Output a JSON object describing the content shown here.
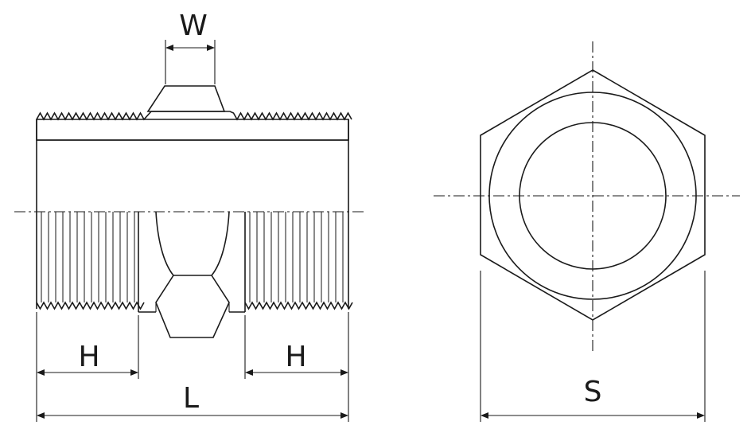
{
  "labels": {
    "w": "W",
    "h_left": "H",
    "h_right": "H",
    "l": "L",
    "s": "S"
  },
  "colors": {
    "line": "#1a1a1a",
    "background": "#ffffff"
  }
}
